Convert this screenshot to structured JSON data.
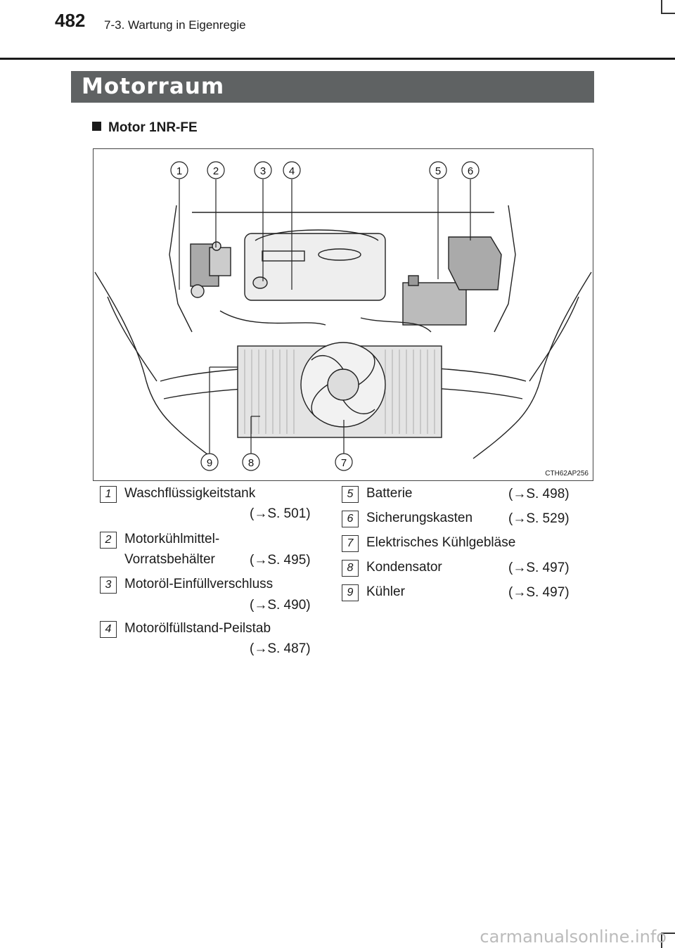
{
  "header": {
    "page_number": "482",
    "chapter": "7-3. Wartung in Eigenregie"
  },
  "section_title": "Motorraum",
  "subheading": "Motor 1NR-FE",
  "figure": {
    "code": "CTH62AP256",
    "callouts": [
      "1",
      "2",
      "3",
      "4",
      "5",
      "6",
      "7",
      "8",
      "9"
    ]
  },
  "legend": [
    {
      "num": "1",
      "line1": "Waschflüssigkeitstank",
      "line2": "",
      "ref": "(→S. 501)"
    },
    {
      "num": "2",
      "line1": "Motorkühlmittel-",
      "line2": "Vorratsbehälter",
      "ref": "(→S. 495)"
    },
    {
      "num": "3",
      "line1": "Motoröl-Einfüllverschluss",
      "line2": "",
      "ref": "(→S. 490)"
    },
    {
      "num": "4",
      "line1": "Motorölfüllstand-Peilstab",
      "line2": "",
      "ref": "(→S. 487)"
    },
    {
      "num": "5",
      "line1": "Batterie",
      "line2": "",
      "ref": "(→S. 498)"
    },
    {
      "num": "6",
      "line1": "Sicherungskasten",
      "line2": "",
      "ref": "(→S. 529)"
    },
    {
      "num": "7",
      "line1": "Elektrisches Kühlgebläse",
      "line2": "",
      "ref": ""
    },
    {
      "num": "8",
      "line1": "Kondensator",
      "line2": "",
      "ref": "(→S. 497)"
    },
    {
      "num": "9",
      "line1": "Kühler",
      "line2": "",
      "ref": "(→S. 497)"
    }
  ],
  "watermark": "carmanualsonline.info"
}
